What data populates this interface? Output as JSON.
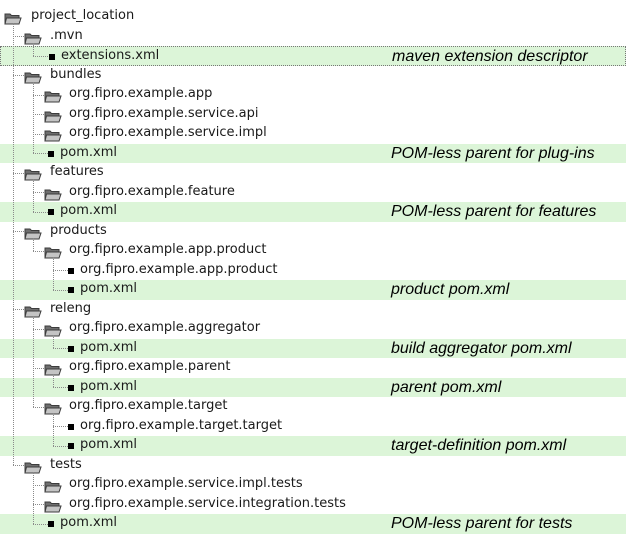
{
  "tree": {
    "nodes": [
      {
        "id": "root",
        "label": "project_location",
        "type": "folder",
        "depth": 0,
        "comment": "",
        "highlight": false
      },
      {
        "id": "mvn",
        "label": ".mvn",
        "type": "folder",
        "depth": 1,
        "comment": "",
        "highlight": false
      },
      {
        "id": "extensions",
        "label": "extensions.xml",
        "type": "file",
        "depth": 2,
        "comment": "maven extension descriptor",
        "highlight": true,
        "selected": true
      },
      {
        "id": "bundles",
        "label": "bundles",
        "type": "folder",
        "depth": 1,
        "comment": "",
        "highlight": false
      },
      {
        "id": "b_app",
        "label": "org.fipro.example.app",
        "type": "folder",
        "depth": 2,
        "comment": "",
        "highlight": false
      },
      {
        "id": "b_api",
        "label": "org.fipro.example.service.api",
        "type": "folder",
        "depth": 2,
        "comment": "",
        "highlight": false
      },
      {
        "id": "b_impl",
        "label": "org.fipro.example.service.impl",
        "type": "folder",
        "depth": 2,
        "comment": "",
        "highlight": false
      },
      {
        "id": "b_pom",
        "label": "pom.xml",
        "type": "file",
        "depth": 2,
        "comment": "POM-less parent for plug-ins",
        "highlight": true
      },
      {
        "id": "features",
        "label": "features",
        "type": "folder",
        "depth": 1,
        "comment": "",
        "highlight": false
      },
      {
        "id": "f_feature",
        "label": "org.fipro.example.feature",
        "type": "folder",
        "depth": 2,
        "comment": "",
        "highlight": false
      },
      {
        "id": "f_pom",
        "label": "pom.xml",
        "type": "file",
        "depth": 2,
        "comment": "POM-less parent for features",
        "highlight": true
      },
      {
        "id": "products",
        "label": "products",
        "type": "folder",
        "depth": 1,
        "comment": "",
        "highlight": false
      },
      {
        "id": "p_prod",
        "label": "org.fipro.example.app.product",
        "type": "folder",
        "depth": 2,
        "comment": "",
        "highlight": false
      },
      {
        "id": "p_prodfile",
        "label": "org.fipro.example.app.product",
        "type": "file",
        "depth": 3,
        "comment": "",
        "highlight": false
      },
      {
        "id": "p_pom",
        "label": "pom.xml",
        "type": "file",
        "depth": 3,
        "comment": "product pom.xml",
        "highlight": true
      },
      {
        "id": "releng",
        "label": "releng",
        "type": "folder",
        "depth": 1,
        "comment": "",
        "highlight": false
      },
      {
        "id": "r_agg",
        "label": "org.fipro.example.aggregator",
        "type": "folder",
        "depth": 2,
        "comment": "",
        "highlight": false
      },
      {
        "id": "r_agg_pom",
        "label": "pom.xml",
        "type": "file",
        "depth": 3,
        "comment": "build aggregator pom.xml",
        "highlight": true
      },
      {
        "id": "r_parent",
        "label": "org.fipro.example.parent",
        "type": "folder",
        "depth": 2,
        "comment": "",
        "highlight": false
      },
      {
        "id": "r_parent_pom",
        "label": "pom.xml",
        "type": "file",
        "depth": 3,
        "comment": "parent pom.xml",
        "highlight": true
      },
      {
        "id": "r_target",
        "label": "org.fipro.example.target",
        "type": "folder",
        "depth": 2,
        "comment": "",
        "highlight": false
      },
      {
        "id": "r_target_file",
        "label": "org.fipro.example.target.target",
        "type": "file",
        "depth": 3,
        "comment": "",
        "highlight": false
      },
      {
        "id": "r_target_pom",
        "label": "pom.xml",
        "type": "file",
        "depth": 3,
        "comment": "target-definition pom.xml",
        "highlight": true
      },
      {
        "id": "tests",
        "label": "tests",
        "type": "folder",
        "depth": 1,
        "comment": "",
        "highlight": false
      },
      {
        "id": "t_impl",
        "label": "org.fipro.example.service.impl.tests",
        "type": "folder",
        "depth": 2,
        "comment": "",
        "highlight": false
      },
      {
        "id": "t_integ",
        "label": "org.fipro.example.service.integration.tests",
        "type": "folder",
        "depth": 2,
        "comment": "",
        "highlight": false
      },
      {
        "id": "t_pom",
        "label": "pom.xml",
        "type": "file",
        "depth": 2,
        "comment": "POM-less parent for tests",
        "highlight": true
      }
    ]
  },
  "colors": {
    "highlight": "#dcf5d8",
    "folder_back": "#6e6e6e",
    "folder_front": "#c4c4c4",
    "folder_outline": "#3c3c3c"
  },
  "icons": {
    "folder": "folder-open-icon",
    "file": "file-bullet-icon"
  }
}
